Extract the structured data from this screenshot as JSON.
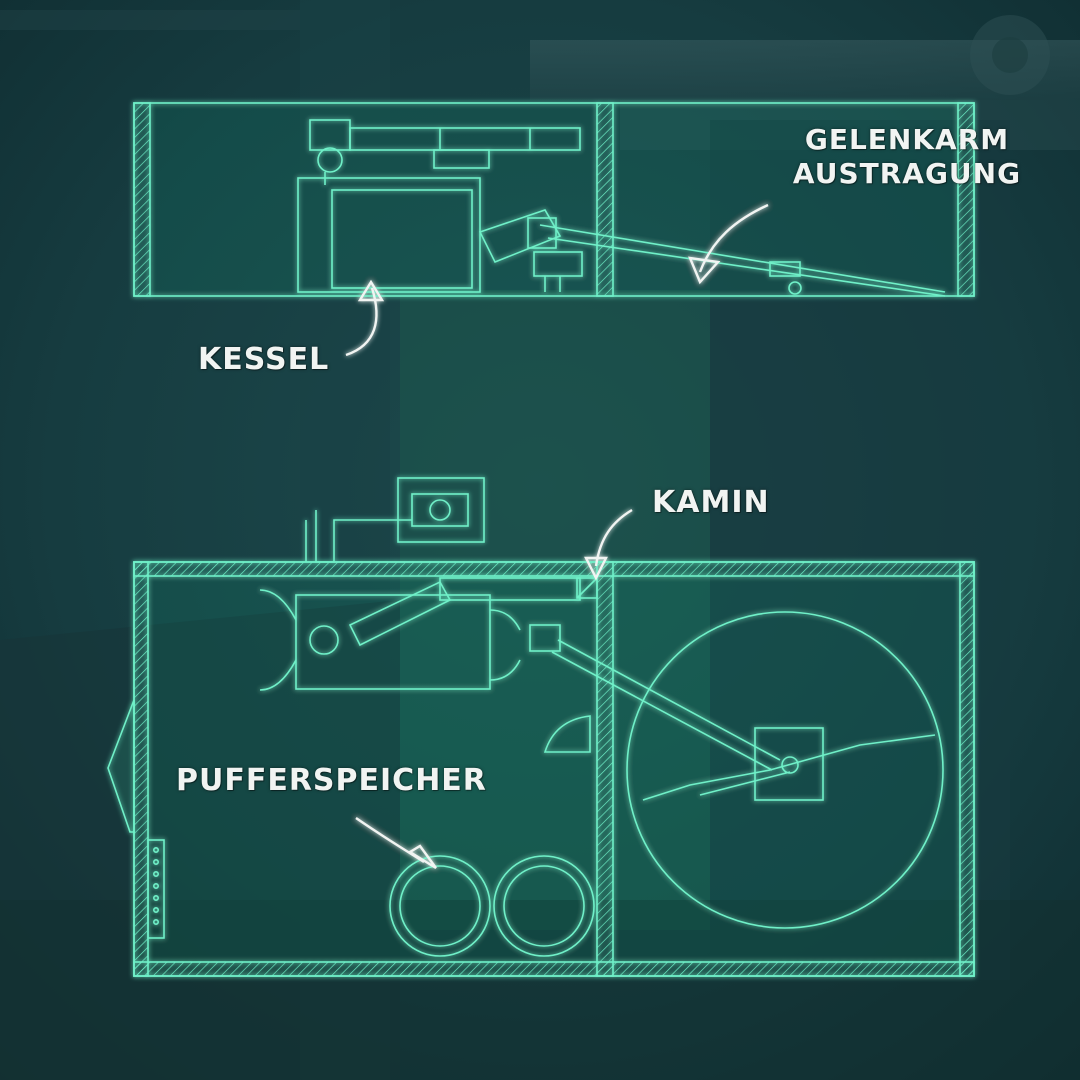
{
  "labels": {
    "gelenkarm": "GELENKARM",
    "austragung": "AUSTRAGUNG",
    "kessel": "KESSEL",
    "kamin": "KAMIN",
    "pufferspeicher": "PUFFERSPEICHER"
  },
  "colors": {
    "background": "#14383d",
    "line": "#6ff0c8",
    "glow": "#2fd3a0",
    "text": "#f1f4f2"
  },
  "icons": {
    "arrows": "hand-drawn-arrow-icon"
  }
}
